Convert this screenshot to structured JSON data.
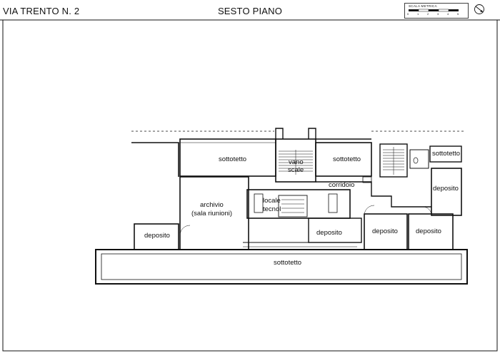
{
  "header": {
    "address": "VIA TRENTO N. 2",
    "floor_title": "SESTO PIANO",
    "scale_label": "SCALA METRICA",
    "scale_ticks": [
      "0",
      "1",
      "2",
      "3",
      "4",
      "5"
    ]
  },
  "rooms": {
    "sottotetto_left": "sottotetto",
    "vano_scale_1": "vano",
    "vano_scale_2": "scale",
    "sottotetto_mid": "sottotetto",
    "sottotetto_right": "sottotetto",
    "corridoio": "corridoio",
    "archivio_1": "archivio",
    "archivio_2": "(sala riunioni)",
    "locale_1": "locale",
    "locale_2": "tecnol",
    "deposito_center": "deposito",
    "deposito_left": "deposito",
    "deposito_right1": "deposito",
    "deposito_right2": "deposito",
    "deposito_upper_right": "deposito",
    "sottotetto_bottom": "sottotetto"
  },
  "colors": {
    "line": "#111111",
    "background": "#ffffff"
  },
  "icons": {
    "north_arrow": "north-arrow-icon"
  }
}
